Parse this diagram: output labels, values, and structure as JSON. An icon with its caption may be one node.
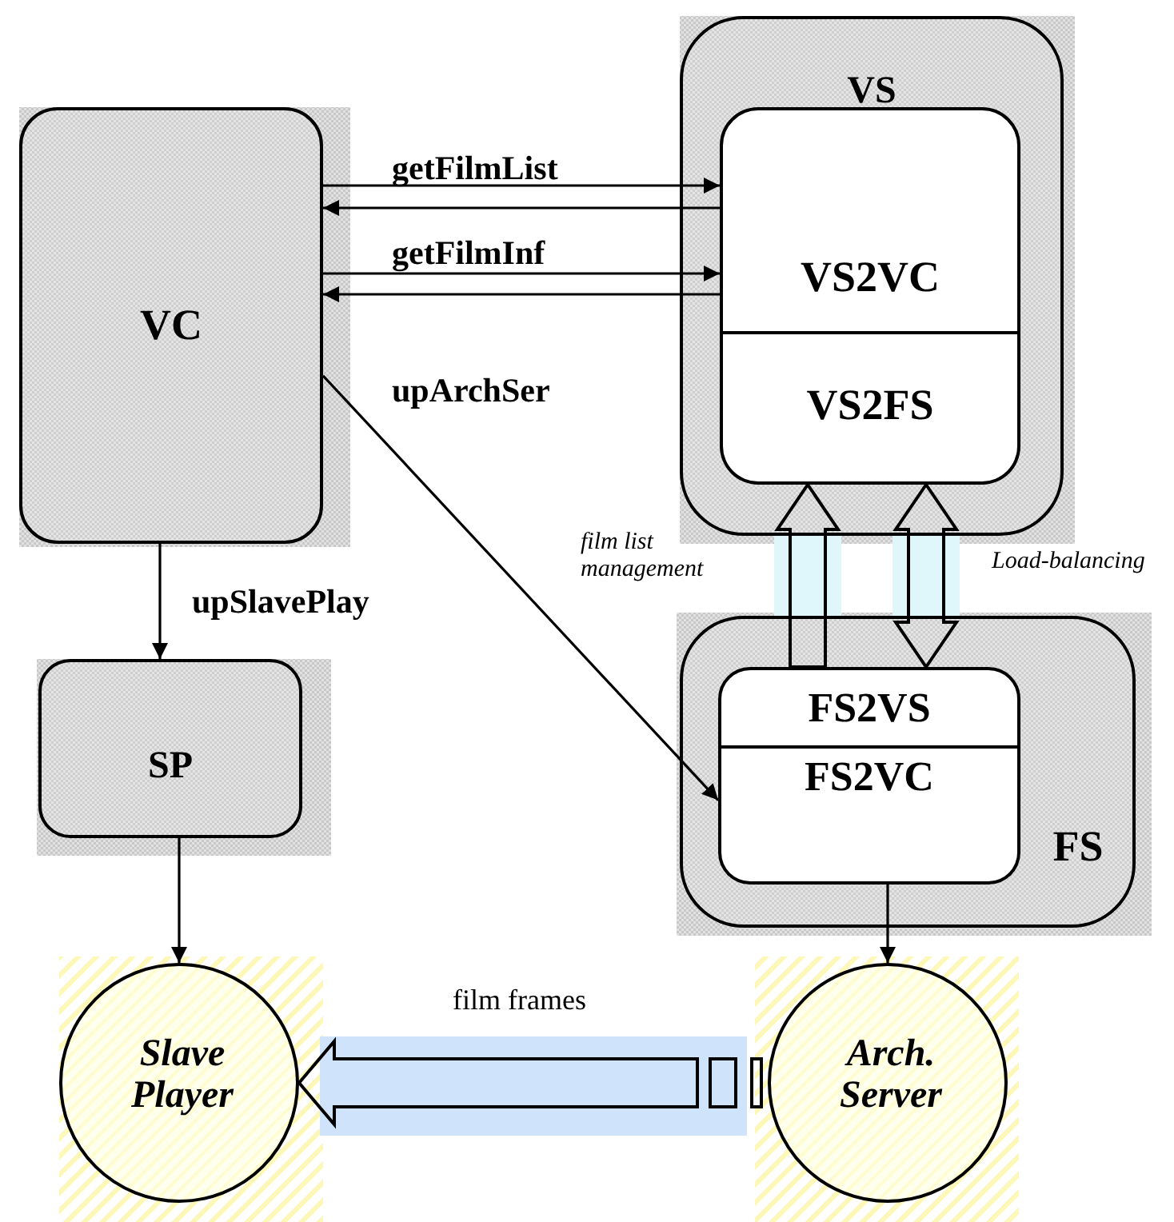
{
  "diagram": {
    "nodes": [
      {
        "text": [
          "VC"
        ]
      },
      {
        "text": [
          "VS"
        ]
      },
      {
        "text": [
          "VS2VC"
        ],
        "in": 1
      },
      {
        "text": [
          "VS2FS"
        ],
        "in": 1
      },
      {
        "text": [
          "SP"
        ]
      },
      {
        "text": [
          "FS"
        ]
      },
      {
        "text": [
          "FS2VS"
        ],
        "in": 5
      },
      {
        "text": [
          "FS2VC"
        ],
        "in": 5
      },
      {
        "text": [
          "Slave Player"
        ]
      },
      {
        "text": [
          "Arch. Server"
        ]
      }
    ],
    "edges": [
      {
        "from": 0,
        "to": 2,
        "arrow": "to",
        "label": "getFilmList"
      },
      {
        "from": 2,
        "to": 0,
        "arrow": "to"
      },
      {
        "from": 0,
        "to": 2,
        "arrow": "to",
        "label": "getFilmInf"
      },
      {
        "from": 2,
        "to": 0,
        "arrow": "to"
      },
      {
        "from": 0,
        "to": 7,
        "arrow": "to",
        "label": "upArchSer"
      },
      {
        "from": 0,
        "to": 4,
        "arrow": "to",
        "label": "upSlavePlay"
      },
      {
        "from": 6,
        "to": 3,
        "arrow": "to",
        "label": "film list management",
        "style": "thick"
      },
      {
        "from": 6,
        "to": 3,
        "arrow": "both",
        "label": "Load-balancing",
        "style": "thick"
      },
      {
        "from": 4,
        "to": 8,
        "arrow": "to"
      },
      {
        "from": 7,
        "to": 9,
        "arrow": "to"
      },
      {
        "from": 9,
        "to": 8,
        "arrow": "to",
        "label": "film frames",
        "style": "thick"
      }
    ]
  }
}
